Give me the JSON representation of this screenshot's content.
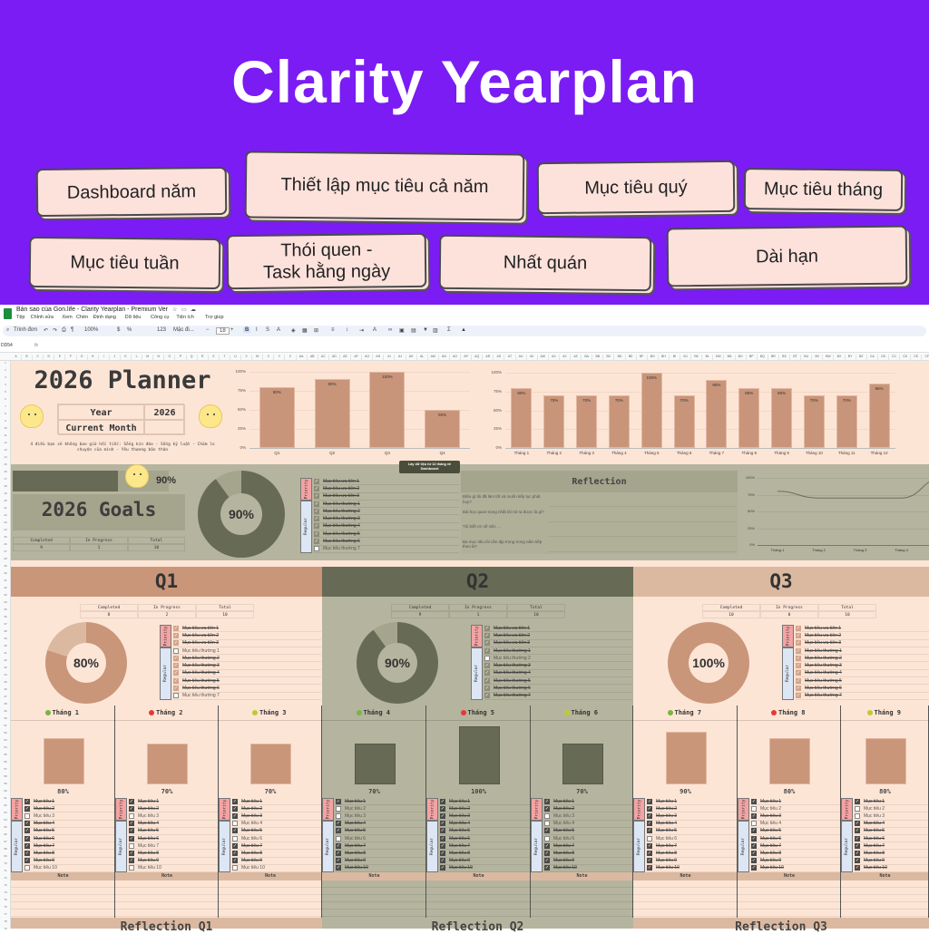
{
  "banner": {
    "title": "Clarity Yearplan",
    "buttons": [
      "Dashboard năm",
      "Thiết lập mục tiêu cả năm",
      "Mục tiêu quý",
      "Mục tiêu tháng",
      "Mục tiêu tuần",
      "Thói quen -\nTask hằng  ngày",
      "Nhất quán",
      "Dài hạn"
    ]
  },
  "sheets": {
    "doc_title": "Bản sao của Gon.life - Clarity Yearplan - Premium Ver",
    "menu": [
      "Tệp",
      "Chỉnh sửa",
      "Xem",
      "Chèn",
      "Định dạng",
      "Dữ liệu",
      "Công cụ",
      "Tiện ích",
      "Trợ giúp"
    ],
    "toolbar": {
      "search": "Trình đơn",
      "zoom": "100%",
      "currency": "$",
      "percent": "%",
      "number_format": "123",
      "font": "Mặc đi...",
      "font_size": "18"
    },
    "cell_ref": "DD54",
    "fx": "fx"
  },
  "planner": {
    "title": "2026 Planner",
    "year_label": "Year",
    "year_value": "2026",
    "current_month_label": "Current Month",
    "current_month_value": "",
    "quote": "4 điều bạn sẽ không bao giờ hối tiếc: Sống kín đáo - Sống kỷ luật - Chăm lo chuyện của mình - Yêu thương bản thân"
  },
  "goals": {
    "progress": 90,
    "progress_label": "90%",
    "title": "2026 Goals",
    "stats": {
      "headers": [
        "Completed",
        "In Progress",
        "Total"
      ],
      "values": [
        "9",
        "1",
        "10"
      ]
    },
    "donut_label": "90%",
    "priority_label": "Priority",
    "regular_label": "Regular",
    "items": [
      {
        "label": "Mục tiêu ưu tiên 1",
        "done": true
      },
      {
        "label": "Mục tiêu ưu tiên 2",
        "done": true
      },
      {
        "label": "Mục tiêu ưu tiên 3",
        "done": true
      },
      {
        "label": "Mục tiêu thường 1",
        "done": true
      },
      {
        "label": "Mục tiêu thường 2",
        "done": true
      },
      {
        "label": "Mục tiêu thường 3",
        "done": true
      },
      {
        "label": "Mục tiêu thường 4",
        "done": true
      },
      {
        "label": "Mục tiêu thường 5",
        "done": true
      },
      {
        "label": "Mục tiêu thường 6",
        "done": true
      },
      {
        "label": "Mục tiêu thường 7",
        "done": false
      }
    ]
  },
  "sync_button": "Lấy dữ liệu từ 12 tháng về Dashboard",
  "reflection": {
    "title": "Reflection",
    "questions": [
      "Điều gì tôi đã làm tốt và muốn tiếp tục phát huy?",
      "Bài học quan trọng nhất tôi rút ra được là gì?",
      "Tôi biết ơn về việc ...",
      "Ba mục tiêu tôi cần tập trung trong năm tiếp theo là?"
    ]
  },
  "quarters": [
    {
      "name": "Q1",
      "pct": 80,
      "pct_label": "80%",
      "stats": [
        "8",
        "2",
        "10"
      ],
      "done": [
        true,
        true,
        true,
        false,
        true,
        true,
        true,
        true,
        true,
        false
      ]
    },
    {
      "name": "Q2",
      "pct": 90,
      "pct_label": "90%",
      "stats": [
        "9",
        "1",
        "10"
      ],
      "done": [
        true,
        true,
        true,
        true,
        false,
        true,
        true,
        true,
        true,
        true
      ]
    },
    {
      "name": "Q3",
      "pct": 100,
      "pct_label": "100%",
      "stats": [
        "10",
        "0",
        "10"
      ],
      "done": [
        true,
        true,
        true,
        true,
        true,
        true,
        true,
        true,
        true,
        true
      ]
    }
  ],
  "quarter_item_labels": [
    "Mục tiêu ưu tiên 1",
    "Mục tiêu ưu tiên 2",
    "Mục tiêu ưu tiên 3",
    "Mục tiêu thường 1",
    "Mục tiêu thường 2",
    "Mục tiêu thường 3",
    "Mục tiêu thường 4",
    "Mục tiêu thường 5",
    "Mục tiêu thường 6",
    "Mục tiêu thường 7"
  ],
  "month_item_labels": [
    "Mục tiêu 1",
    "Mục tiêu 2",
    "Mục tiêu 3",
    "Mục tiêu 4",
    "Mục tiêu 5",
    "Mục tiêu 6",
    "Mục tiêu 7",
    "Mục tiêu 8",
    "Mục tiêu 9",
    "Mục tiêu 10"
  ],
  "months": [
    {
      "name": "Tháng 1",
      "pct": 80,
      "pct_label": "80%",
      "icon": "#7cb342",
      "done": [
        true,
        true,
        false,
        true,
        true,
        true,
        true,
        true,
        true,
        false
      ]
    },
    {
      "name": "Tháng 2",
      "pct": 70,
      "pct_label": "70%",
      "icon": "#e53935",
      "done": [
        true,
        true,
        false,
        true,
        true,
        true,
        false,
        true,
        true,
        false
      ]
    },
    {
      "name": "Tháng 3",
      "pct": 70,
      "pct_label": "70%",
      "icon": "#c0ca33",
      "done": [
        true,
        true,
        true,
        false,
        true,
        false,
        true,
        true,
        true,
        false
      ]
    },
    {
      "name": "Tháng 4",
      "pct": 70,
      "pct_label": "70%",
      "icon": "#7cb342",
      "done": [
        true,
        false,
        false,
        true,
        true,
        false,
        true,
        true,
        true,
        true
      ]
    },
    {
      "name": "Tháng 5",
      "pct": 100,
      "pct_label": "100%",
      "icon": "#e53935",
      "done": [
        true,
        true,
        true,
        true,
        true,
        true,
        true,
        true,
        true,
        true
      ]
    },
    {
      "name": "Tháng 6",
      "pct": 70,
      "pct_label": "70%",
      "icon": "#c0ca33",
      "done": [
        true,
        true,
        false,
        false,
        true,
        false,
        true,
        true,
        true,
        true
      ]
    },
    {
      "name": "Tháng 7",
      "pct": 90,
      "pct_label": "90%",
      "icon": "#7cb342",
      "done": [
        true,
        true,
        true,
        true,
        true,
        false,
        true,
        true,
        true,
        true
      ]
    },
    {
      "name": "Tháng 8",
      "pct": 80,
      "pct_label": "80%",
      "icon": "#e53935",
      "done": [
        true,
        false,
        true,
        false,
        true,
        true,
        true,
        true,
        true,
        true
      ]
    },
    {
      "name": "Tháng 9",
      "pct": 80,
      "pct_label": "80%",
      "icon": "#c0ca33",
      "done": [
        true,
        false,
        false,
        true,
        true,
        true,
        true,
        true,
        true,
        true
      ]
    }
  ],
  "note_label": "Note",
  "bottom_reflections": [
    "Reflection Q1",
    "Reflection Q2",
    "Reflection Q3"
  ],
  "colors": {
    "purple": "#7a1cf3",
    "peach": "#fde5d6",
    "tan": "#c9967a",
    "olive": "#676b55",
    "olive_bg": "#b5b49e",
    "priority": "#f4a3a3",
    "regular": "#dce6f4"
  },
  "chart_data": [
    {
      "type": "bar",
      "title": "",
      "categories": [
        "Q1",
        "Q2",
        "Q3",
        "Q4"
      ],
      "values": [
        80,
        90,
        100,
        50
      ],
      "data_labels": [
        "80%",
        "90%",
        "100%",
        "50%"
      ],
      "yticks": [
        "0%",
        "25%",
        "50%",
        "75%",
        "100%"
      ],
      "ylim": [
        0,
        100
      ],
      "grid": true
    },
    {
      "type": "bar",
      "title": "",
      "categories": [
        "Tháng 1",
        "Tháng 2",
        "Tháng 3",
        "Tháng 4",
        "Tháng 5",
        "Tháng 6",
        "Tháng 7",
        "Tháng 8",
        "Tháng 9",
        "Tháng 10",
        "Tháng 11",
        "Tháng 12"
      ],
      "values": [
        80,
        70,
        70,
        70,
        100,
        70,
        90,
        80,
        80,
        70,
        70,
        86
      ],
      "data_labels": [
        "80%",
        "70%",
        "70%",
        "70%",
        "100%",
        "70%",
        "90%",
        "80%",
        "80%",
        "70%",
        "70%",
        "86%"
      ],
      "yticks": [
        "0%",
        "25%",
        "50%",
        "75%",
        "100%"
      ],
      "ylim": [
        0,
        100
      ],
      "grid": true
    },
    {
      "type": "line",
      "title": "",
      "categories": [
        "Tháng 1",
        "Tháng 2",
        "Tháng 3",
        "Tháng 4"
      ],
      "values": [
        80,
        70,
        70,
        70
      ],
      "next_value": 100,
      "yticks": [
        "0%",
        "25%",
        "50%",
        "75%",
        "100%"
      ],
      "ylim": [
        0,
        100
      ],
      "grid": true
    }
  ]
}
